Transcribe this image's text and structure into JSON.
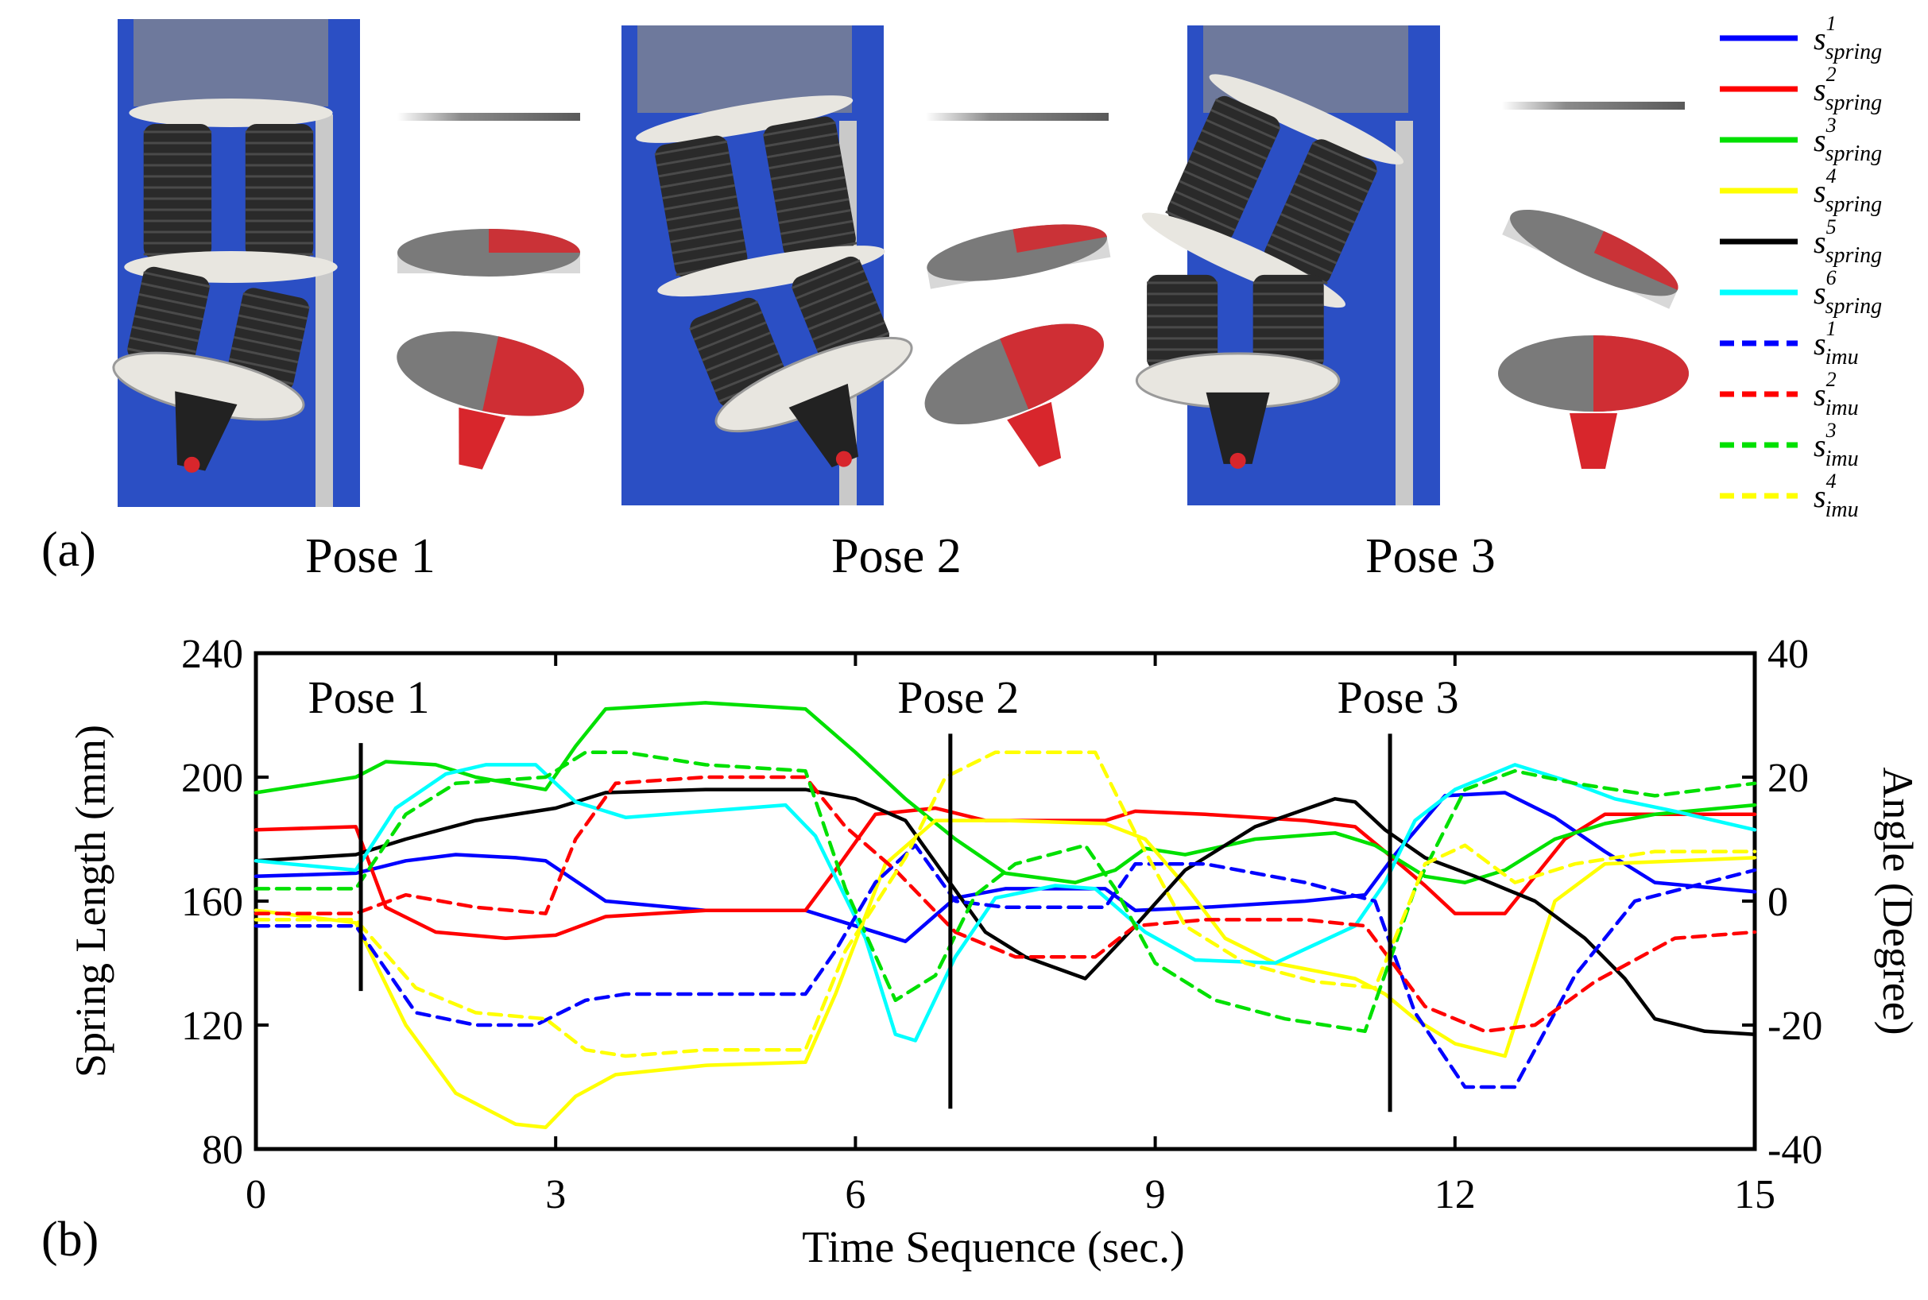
{
  "panel_a": {
    "label": "(a)",
    "poses": [
      {
        "caption": "Pose 1",
        "tilt_upper": 0,
        "tilt_lower": 12
      },
      {
        "caption": "Pose 2",
        "tilt_upper": -10,
        "tilt_lower": -22
      },
      {
        "caption": "Pose 3",
        "tilt_upper": 24,
        "tilt_lower": 0
      }
    ],
    "colors": {
      "photo_bg": "#2b4fc4",
      "bellows": "#2a2a2a",
      "plate": "#e8e6e0",
      "sim_red": "#d8262c",
      "sim_grey": "#7a7a7a"
    }
  },
  "legend": {
    "entries": [
      {
        "base": "s",
        "sup": "1",
        "sub": "spring",
        "color": "#0000ff",
        "dash": false
      },
      {
        "base": "s",
        "sup": "2",
        "sub": "spring",
        "color": "#ff0000",
        "dash": false
      },
      {
        "base": "s",
        "sup": "3",
        "sub": "spring",
        "color": "#00e000",
        "dash": false
      },
      {
        "base": "s",
        "sup": "4",
        "sub": "spring",
        "color": "#ffff00",
        "dash": false
      },
      {
        "base": "s",
        "sup": "5",
        "sub": "spring",
        "color": "#000000",
        "dash": false
      },
      {
        "base": "s",
        "sup": "6",
        "sub": "spring",
        "color": "#00ffff",
        "dash": false
      },
      {
        "base": "s",
        "sup": "1",
        "sub": "imu",
        "color": "#0000ff",
        "dash": true
      },
      {
        "base": "s",
        "sup": "2",
        "sub": "imu",
        "color": "#ff0000",
        "dash": true
      },
      {
        "base": "s",
        "sup": "3",
        "sub": "imu",
        "color": "#00e000",
        "dash": true
      },
      {
        "base": "s",
        "sup": "4",
        "sub": "imu",
        "color": "#ffff00",
        "dash": true
      }
    ]
  },
  "chart_data": {
    "type": "line",
    "panel_label": "(b)",
    "xlabel": "Time Sequence (sec.)",
    "ylabel_left": "Spring Length (mm)",
    "ylabel_right": "Angle (Degree)",
    "xlim": [
      0,
      15
    ],
    "ylim_left": [
      80,
      240
    ],
    "ylim_right": [
      -40,
      40
    ],
    "xticks": [
      "0",
      "3",
      "6",
      "9",
      "12",
      "15"
    ],
    "yticks_left": [
      "80",
      "120",
      "160",
      "200",
      "240"
    ],
    "yticks_right": [
      "-40",
      "-20",
      "0",
      "20",
      "40"
    ],
    "grid": false,
    "pose_markers": [
      {
        "label": "Pose 1",
        "x": 1.05,
        "y_top": 211,
        "y_bottom": 131
      },
      {
        "label": "Pose 2",
        "x": 6.95,
        "y_top": 214,
        "y_bottom": 93
      },
      {
        "label": "Pose 3",
        "x": 11.35,
        "y_top": 214,
        "y_bottom": 92
      }
    ],
    "series": [
      {
        "name": "s1_spring",
        "axis": "left",
        "color": "#0000ff",
        "dash": false,
        "points": [
          [
            0,
            168
          ],
          [
            1,
            169
          ],
          [
            1.5,
            173
          ],
          [
            2,
            175
          ],
          [
            2.6,
            174
          ],
          [
            2.9,
            173
          ],
          [
            3.5,
            160
          ],
          [
            4.5,
            157
          ],
          [
            5.5,
            157
          ],
          [
            6,
            152
          ],
          [
            6.5,
            147
          ],
          [
            7,
            161
          ],
          [
            7.5,
            164
          ],
          [
            8.5,
            164
          ],
          [
            8.8,
            157
          ],
          [
            9.5,
            158
          ],
          [
            10.5,
            160
          ],
          [
            11.1,
            162
          ],
          [
            11.4,
            175
          ],
          [
            11.9,
            194
          ],
          [
            12.5,
            195
          ],
          [
            13,
            187
          ],
          [
            13.5,
            176
          ],
          [
            14,
            166
          ],
          [
            15,
            163
          ]
        ]
      },
      {
        "name": "s2_spring",
        "axis": "left",
        "color": "#ff0000",
        "dash": false,
        "points": [
          [
            0,
            183
          ],
          [
            1,
            184
          ],
          [
            1.3,
            158
          ],
          [
            1.8,
            150
          ],
          [
            2.5,
            148
          ],
          [
            3,
            149
          ],
          [
            3.5,
            155
          ],
          [
            4.5,
            157
          ],
          [
            5.5,
            157
          ],
          [
            5.8,
            170
          ],
          [
            6.2,
            188
          ],
          [
            6.8,
            190
          ],
          [
            7.3,
            186
          ],
          [
            8.5,
            186
          ],
          [
            8.8,
            189
          ],
          [
            9.5,
            188
          ],
          [
            10.5,
            186
          ],
          [
            11,
            184
          ],
          [
            11.3,
            176
          ],
          [
            11.7,
            165
          ],
          [
            12,
            156
          ],
          [
            12.5,
            156
          ],
          [
            13.1,
            180
          ],
          [
            13.5,
            188
          ],
          [
            15,
            188
          ]
        ]
      },
      {
        "name": "s3_spring",
        "axis": "left",
        "color": "#00e000",
        "dash": false,
        "points": [
          [
            0,
            195
          ],
          [
            1,
            200
          ],
          [
            1.3,
            205
          ],
          [
            1.8,
            204
          ],
          [
            2.2,
            200
          ],
          [
            2.9,
            196
          ],
          [
            3.2,
            210
          ],
          [
            3.5,
            222
          ],
          [
            4.5,
            224
          ],
          [
            5.5,
            222
          ],
          [
            6,
            208
          ],
          [
            6.5,
            193
          ],
          [
            7,
            180
          ],
          [
            7.5,
            169
          ],
          [
            8.2,
            166
          ],
          [
            8.6,
            170
          ],
          [
            8.9,
            177
          ],
          [
            9.3,
            175
          ],
          [
            10,
            180
          ],
          [
            10.8,
            182
          ],
          [
            11.2,
            178
          ],
          [
            11.7,
            168
          ],
          [
            12.1,
            166
          ],
          [
            12.5,
            170
          ],
          [
            13,
            180
          ],
          [
            13.5,
            185
          ],
          [
            14,
            188
          ],
          [
            15,
            191
          ]
        ]
      },
      {
        "name": "s4_spring",
        "axis": "left",
        "color": "#ffff00",
        "dash": false,
        "points": [
          [
            0,
            157
          ],
          [
            1,
            153
          ],
          [
            1.5,
            120
          ],
          [
            2,
            98
          ],
          [
            2.6,
            88
          ],
          [
            2.9,
            87
          ],
          [
            3.2,
            97
          ],
          [
            3.6,
            104
          ],
          [
            4.5,
            107
          ],
          [
            5.5,
            108
          ],
          [
            5.8,
            130
          ],
          [
            6.3,
            172
          ],
          [
            6.8,
            186
          ],
          [
            7.5,
            186
          ],
          [
            8.5,
            185
          ],
          [
            8.9,
            180
          ],
          [
            9.3,
            165
          ],
          [
            9.7,
            148
          ],
          [
            10.2,
            140
          ],
          [
            11,
            135
          ],
          [
            11.3,
            130
          ],
          [
            11.6,
            122
          ],
          [
            12,
            114
          ],
          [
            12.5,
            110
          ],
          [
            13,
            160
          ],
          [
            13.5,
            172
          ],
          [
            15,
            174
          ]
        ]
      },
      {
        "name": "s5_spring",
        "axis": "left",
        "color": "#000000",
        "dash": false,
        "points": [
          [
            0,
            173
          ],
          [
            1,
            175
          ],
          [
            1.5,
            180
          ],
          [
            2.2,
            186
          ],
          [
            3,
            190
          ],
          [
            3.5,
            195
          ],
          [
            4.5,
            196
          ],
          [
            5.5,
            196
          ],
          [
            6,
            193
          ],
          [
            6.5,
            186
          ],
          [
            6.9,
            168
          ],
          [
            7.3,
            150
          ],
          [
            7.7,
            142
          ],
          [
            8.3,
            135
          ],
          [
            8.8,
            152
          ],
          [
            9.3,
            170
          ],
          [
            10,
            184
          ],
          [
            10.8,
            193
          ],
          [
            11,
            192
          ],
          [
            11.3,
            183
          ],
          [
            11.7,
            174
          ],
          [
            12.2,
            168
          ],
          [
            12.8,
            160
          ],
          [
            13.3,
            148
          ],
          [
            13.7,
            135
          ],
          [
            14,
            122
          ],
          [
            14.5,
            118
          ],
          [
            15,
            117
          ]
        ]
      },
      {
        "name": "s6_spring",
        "axis": "left",
        "color": "#00ffff",
        "dash": false,
        "points": [
          [
            0,
            173
          ],
          [
            1,
            170
          ],
          [
            1.4,
            190
          ],
          [
            1.9,
            201
          ],
          [
            2.3,
            204
          ],
          [
            2.8,
            204
          ],
          [
            3.2,
            192
          ],
          [
            3.7,
            187
          ],
          [
            4.5,
            189
          ],
          [
            5.3,
            191
          ],
          [
            5.6,
            181
          ],
          [
            6.1,
            148
          ],
          [
            6.4,
            117
          ],
          [
            6.6,
            115
          ],
          [
            7,
            142
          ],
          [
            7.4,
            161
          ],
          [
            8,
            165
          ],
          [
            8.4,
            164
          ],
          [
            8.9,
            150
          ],
          [
            9.4,
            141
          ],
          [
            10.2,
            140
          ],
          [
            11,
            152
          ],
          [
            11.3,
            166
          ],
          [
            11.6,
            186
          ],
          [
            12,
            196
          ],
          [
            12.6,
            204
          ],
          [
            13.1,
            199
          ],
          [
            13.6,
            193
          ],
          [
            14.2,
            189
          ],
          [
            15,
            183
          ]
        ]
      },
      {
        "name": "s1_imu",
        "axis": "right",
        "color": "#0000ff",
        "dash": true,
        "points": [
          [
            0,
            -4
          ],
          [
            1,
            -4
          ],
          [
            1.6,
            -18
          ],
          [
            2.2,
            -20
          ],
          [
            2.8,
            -20
          ],
          [
            3.3,
            -16
          ],
          [
            3.7,
            -15
          ],
          [
            4.5,
            -15
          ],
          [
            5.5,
            -15
          ],
          [
            5.8,
            -8
          ],
          [
            6.2,
            3
          ],
          [
            6.6,
            9
          ],
          [
            7,
            0
          ],
          [
            7.5,
            -1
          ],
          [
            8.5,
            -1
          ],
          [
            8.8,
            6
          ],
          [
            9.5,
            6
          ],
          [
            10.5,
            3
          ],
          [
            11.2,
            0
          ],
          [
            11.6,
            -18
          ],
          [
            12.1,
            -30
          ],
          [
            12.6,
            -30
          ],
          [
            13.2,
            -12
          ],
          [
            13.8,
            0
          ],
          [
            15,
            5
          ]
        ]
      },
      {
        "name": "s2_imu",
        "axis": "right",
        "color": "#ff0000",
        "dash": true,
        "points": [
          [
            0,
            -2
          ],
          [
            1,
            -2
          ],
          [
            1.5,
            1
          ],
          [
            2.2,
            -1
          ],
          [
            2.9,
            -2
          ],
          [
            3.2,
            10
          ],
          [
            3.6,
            19
          ],
          [
            4.5,
            20
          ],
          [
            5.5,
            20
          ],
          [
            5.9,
            12
          ],
          [
            6.4,
            5
          ],
          [
            7,
            -5
          ],
          [
            7.6,
            -9
          ],
          [
            8.4,
            -9
          ],
          [
            8.8,
            -4
          ],
          [
            9.5,
            -3
          ],
          [
            10.5,
            -3
          ],
          [
            11.1,
            -4
          ],
          [
            11.7,
            -17
          ],
          [
            12.3,
            -21
          ],
          [
            12.8,
            -20
          ],
          [
            13.4,
            -13
          ],
          [
            14.2,
            -6
          ],
          [
            15,
            -5
          ]
        ]
      },
      {
        "name": "s3_imu",
        "axis": "right",
        "color": "#00e000",
        "dash": true,
        "points": [
          [
            0,
            2
          ],
          [
            1,
            2
          ],
          [
            1.5,
            14
          ],
          [
            2,
            19
          ],
          [
            2.9,
            20
          ],
          [
            3.3,
            24
          ],
          [
            3.7,
            24
          ],
          [
            4.5,
            22
          ],
          [
            5.5,
            21
          ],
          [
            5.9,
            2
          ],
          [
            6.4,
            -16
          ],
          [
            6.8,
            -12
          ],
          [
            7.2,
            1
          ],
          [
            7.6,
            6
          ],
          [
            8.3,
            9
          ],
          [
            8.6,
            2
          ],
          [
            9,
            -10
          ],
          [
            9.6,
            -16
          ],
          [
            10.3,
            -19
          ],
          [
            11.1,
            -21
          ],
          [
            11.6,
            2
          ],
          [
            12.1,
            18
          ],
          [
            12.6,
            21
          ],
          [
            13.2,
            19
          ],
          [
            14,
            17
          ],
          [
            15,
            19
          ]
        ]
      },
      {
        "name": "s4_imu",
        "axis": "right",
        "color": "#ffff00",
        "dash": true,
        "points": [
          [
            0,
            -3
          ],
          [
            1,
            -3
          ],
          [
            1.6,
            -14
          ],
          [
            2.2,
            -18
          ],
          [
            2.9,
            -19
          ],
          [
            3.3,
            -24
          ],
          [
            3.7,
            -25
          ],
          [
            4.5,
            -24
          ],
          [
            5.5,
            -24
          ],
          [
            5.9,
            -8
          ],
          [
            6.5,
            7
          ],
          [
            6.9,
            20
          ],
          [
            7.4,
            24
          ],
          [
            8.4,
            24
          ],
          [
            8.8,
            11
          ],
          [
            9.3,
            -4
          ],
          [
            9.9,
            -10
          ],
          [
            10.6,
            -13
          ],
          [
            11.2,
            -14
          ],
          [
            11.7,
            6
          ],
          [
            12.1,
            9
          ],
          [
            12.6,
            3
          ],
          [
            13.2,
            6
          ],
          [
            14,
            8
          ],
          [
            15,
            8
          ]
        ]
      }
    ]
  }
}
